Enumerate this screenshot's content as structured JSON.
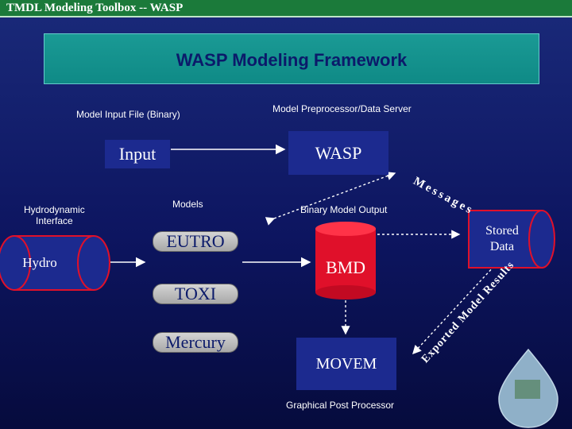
{
  "window_title": "TMDL Modeling Toolbox -- WASP",
  "banner_title": "WASP Modeling Framework",
  "labels": {
    "model_input_file": "Model Input File (Binary)",
    "preprocessor": "Model Preprocessor/Data Server",
    "hydrodynamic_interface": "Hydrodynamic\nInterface",
    "models": "Models",
    "binary_model_output": "Binary Model Output",
    "graphical_post_processor": "Graphical Post Processor",
    "messages": "Messages",
    "exported_model_results": "Exported Model Results"
  },
  "nodes": {
    "input": "Input",
    "wasp": "WASP",
    "eutro": "EUTRO",
    "toxi": "TOXI",
    "mercury": "Mercury",
    "hydro": "Hydro",
    "bmd": "BMD",
    "stored_data": "Stored\nData",
    "movem": "MOVEM"
  },
  "colors": {
    "title_bar": "#1b7a3a",
    "banner": "#129590",
    "cylinder_red": "#e0102a",
    "box_blue": "#1c2a8f",
    "arrow": "#ffffff"
  }
}
